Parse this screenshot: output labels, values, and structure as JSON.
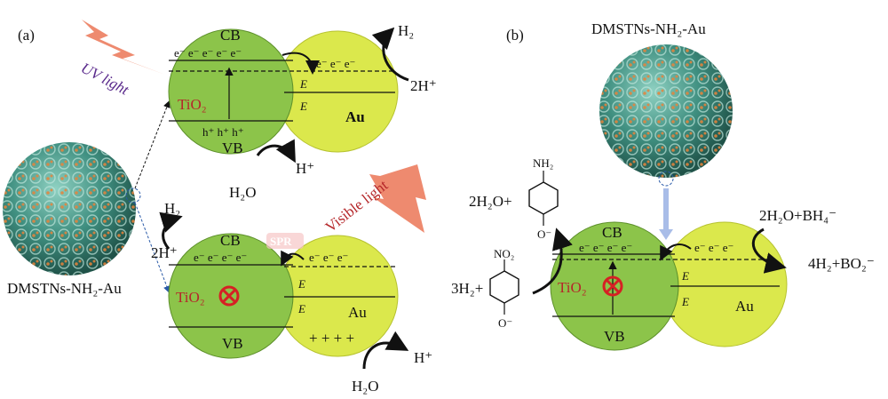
{
  "panel_a": {
    "label": "(a)",
    "uv_light": "UV light",
    "visible_light": "Visible light",
    "particle_label": "DMSTNs-NH₂-Au",
    "top": {
      "cb": "CB",
      "vb": "VB",
      "tio2": "TiO₂",
      "au": "Au",
      "electrons": "e⁻ e⁻ e⁻ e⁻ e⁻",
      "au_electrons": "e⁻ e⁻ e⁻",
      "holes": "h⁺ h⁺ h⁺",
      "ef_star": "E",
      "ef": "E",
      "h2": "H₂",
      "two_h": "2H⁺",
      "h_plus": "H⁺",
      "h2o": "H₂O"
    },
    "bottom": {
      "cb": "CB",
      "vb": "VB",
      "tio2": "TiO₂",
      "au": "Au",
      "electrons": "e⁻ e⁻ e⁻ e⁻",
      "au_electrons": "e⁻ e⁻ e⁻",
      "plus": "+ + + +",
      "spr": "SPR",
      "h2": "H₂",
      "two_h": "2H⁺",
      "h_plus": "H⁺",
      "h2o": "H₂O"
    }
  },
  "panel_b": {
    "label": "(b)",
    "particle_label": "DMSTNs-NH₂-Au",
    "cb": "CB",
    "vb": "VB",
    "tio2": "TiO₂",
    "au": "Au",
    "electrons": "e⁻ e⁻ e⁻ e⁻",
    "au_electrons": "e⁻ e⁻ e⁻",
    "reactant1": "2H₂O+BH₄⁻",
    "product1": "4H₂+BO₂⁻",
    "reactant2": "3H₂+",
    "product2": "2H₂O+",
    "nh2": "NH₂",
    "no2": "NO₂",
    "o_minus": "O⁻"
  },
  "colors": {
    "tio2_green": "#8cc44a",
    "au_yellow": "#dbe84c",
    "uv_orange": "#ee8a6f",
    "particle_teal": "#3f8f80"
  }
}
